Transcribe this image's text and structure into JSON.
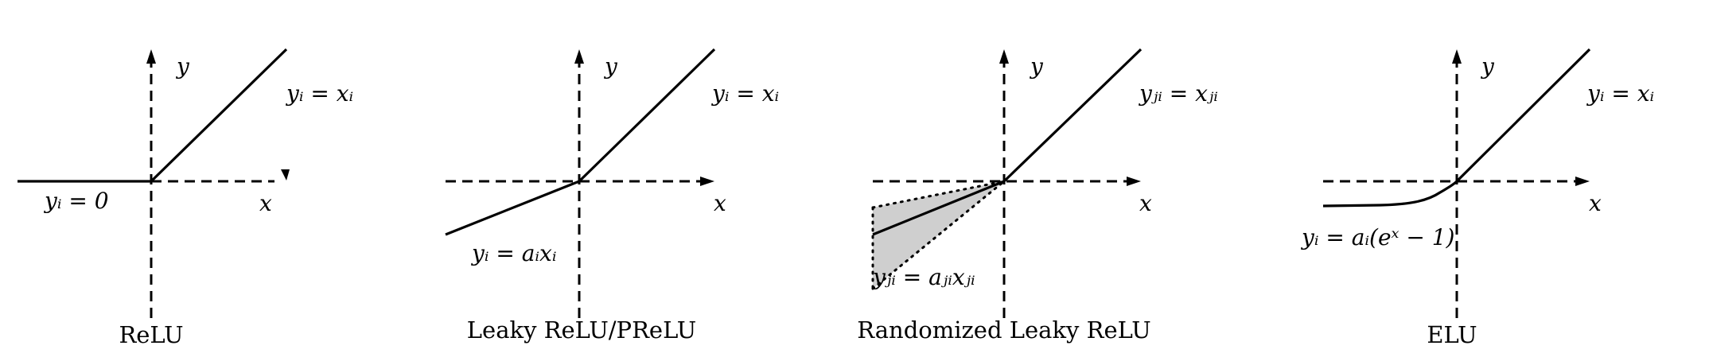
{
  "panels": [
    {
      "id": "relu",
      "caption": "ReLU",
      "labels": {
        "y_axis": "y",
        "x_axis": "x",
        "positive": "yᵢ = xᵢ",
        "negative": "yᵢ = 0"
      }
    },
    {
      "id": "leaky-relu",
      "caption": "Leaky ReLU/PReLU",
      "labels": {
        "y_axis": "y",
        "x_axis": "x",
        "positive": "yᵢ = xᵢ",
        "negative": "yᵢ = aᵢxᵢ"
      }
    },
    {
      "id": "randomized-leaky-relu",
      "caption": "Randomized Leaky ReLU",
      "labels": {
        "y_axis": "y",
        "x_axis": "x",
        "positive": "yⱼᵢ = xⱼᵢ",
        "negative": "yⱼᵢ = aⱼᵢxⱼᵢ"
      }
    },
    {
      "id": "elu",
      "caption": "ELU",
      "labels": {
        "y_axis": "y",
        "x_axis": "x",
        "positive": "yᵢ = xᵢ",
        "negative": "yᵢ = aᵢ(eˣ − 1)"
      }
    }
  ]
}
